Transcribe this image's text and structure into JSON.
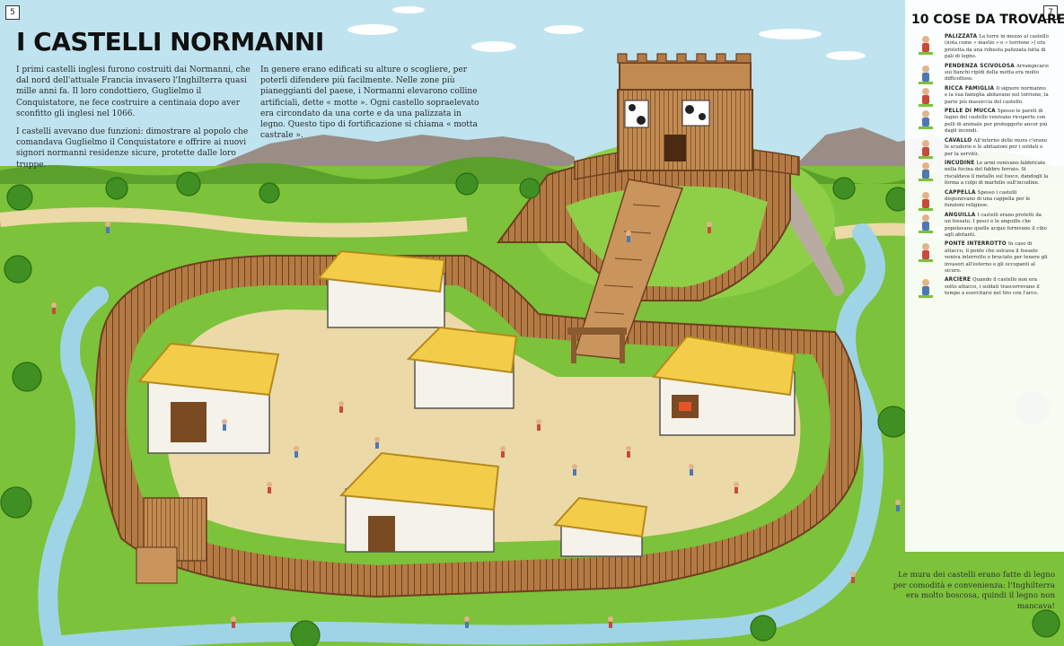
{
  "page": {
    "left_number": "5",
    "right_number": "7",
    "title": "I CASTELLI NORMANNI"
  },
  "intro_left": [
    "I primi castelli inglesi furono costruiti dai Normanni, che dal nord dell'attuale Francia invasero l'Inghilterra quasi mille anni fa. Il loro condottiero, Guglielmo il Conquistatore, ne fece costruire a centinaia dopo aver sconfitto gli inglesi nel 1066.",
    "I castelli avevano due funzioni: dimostrare al popolo che comandava Guglielmo il Conquistatore e offrire ai nuovi signori normanni residenze sicure, protette dalle loro truppe."
  ],
  "intro_right": [
    "In genere erano edificati su alture o scogliere, per poterli difendere più facilmente. Nelle zone più pianeggianti del paese, i Normanni elevarono colline artificiali, dette « motte ». Ogni castello sopraelevato era circondato da una corte e da una palizzata in legno. Questo tipo di fortificazione si chiama « motta castrale »."
  ],
  "list": {
    "title": "10 COSE DA TROVARE",
    "items": [
      {
        "name": "PALIZZATA",
        "text": "La torre in mezzo al castello (nota come « mastio » o « torrione ») era protetta da una robusta palizzata fatta di pali di legno.",
        "icon": "tower-icon"
      },
      {
        "name": "PENDENZA SCIVOLOSA",
        "text": "Arrampicarsi sui fianchi ripidi della motta era molto difficoltoso.",
        "icon": "climber-icon"
      },
      {
        "name": "RICCA FAMIGLIA",
        "text": "Il signore normanno e la sua famiglia abitavano nel torrione, la parte più massiccia del castello.",
        "icon": "noble-family-icon"
      },
      {
        "name": "PELLE DI MUCCA",
        "text": "Spesso le pareti di legno del castello venivano ricoperte con pelli di animale per proteggerle ancor più dagli incendi.",
        "icon": "cowhide-icon"
      },
      {
        "name": "CAVALLO",
        "text": "All'interno delle mura c'erano le scuderie e le abitazioni per i soldati e per la servitù.",
        "icon": "horse-icon"
      },
      {
        "name": "INCUDINE",
        "text": "Le armi venivano fabbricate nella fucina del fabbro ferraio. Si riscaldava il metallo sul fuoco, dandogli la forma a colpi di martello sull'incudine.",
        "icon": "anvil-icon"
      },
      {
        "name": "CAPPELLA",
        "text": "Spesso i castelli disponevano di una cappella per le funzioni religiose.",
        "icon": "chapel-icon"
      },
      {
        "name": "ANGUILLA",
        "text": "I castelli erano protetti da un fossato. I pesci e le anguille che popolavano quelle acque fornivano il cibo agli abitanti.",
        "icon": "eel-icon"
      },
      {
        "name": "PONTE INTERROTTO",
        "text": "In caso di attacco, il ponte che solcava il fossato veniva interrotto o bruciato per tenere gli invasori all'esterno e gli occupanti al sicuro.",
        "icon": "bridge-icon"
      },
      {
        "name": "ARCIERE",
        "text": "Quando il castello non era sotto attacco, i soldati trascorrevano il tempo a esercitarsi nel tiro con l'arco.",
        "icon": "archer-icon"
      }
    ]
  },
  "footer_note": "Le mura dei castelli erano fatte di legno per comodità e convenienza: l'Inghilterra era molto boscosa, quindi il legno non mancava!",
  "colors": {
    "sky": "#bfe3ef",
    "grass": "#7cc23a",
    "grass_dark": "#5aa02a",
    "sand": "#ecd9a8",
    "wood": "#b47a44",
    "wood_dark": "#7a4a22",
    "thatch": "#f3cc4a",
    "water": "#9fd4e6",
    "mountain": "#9a8d86"
  }
}
